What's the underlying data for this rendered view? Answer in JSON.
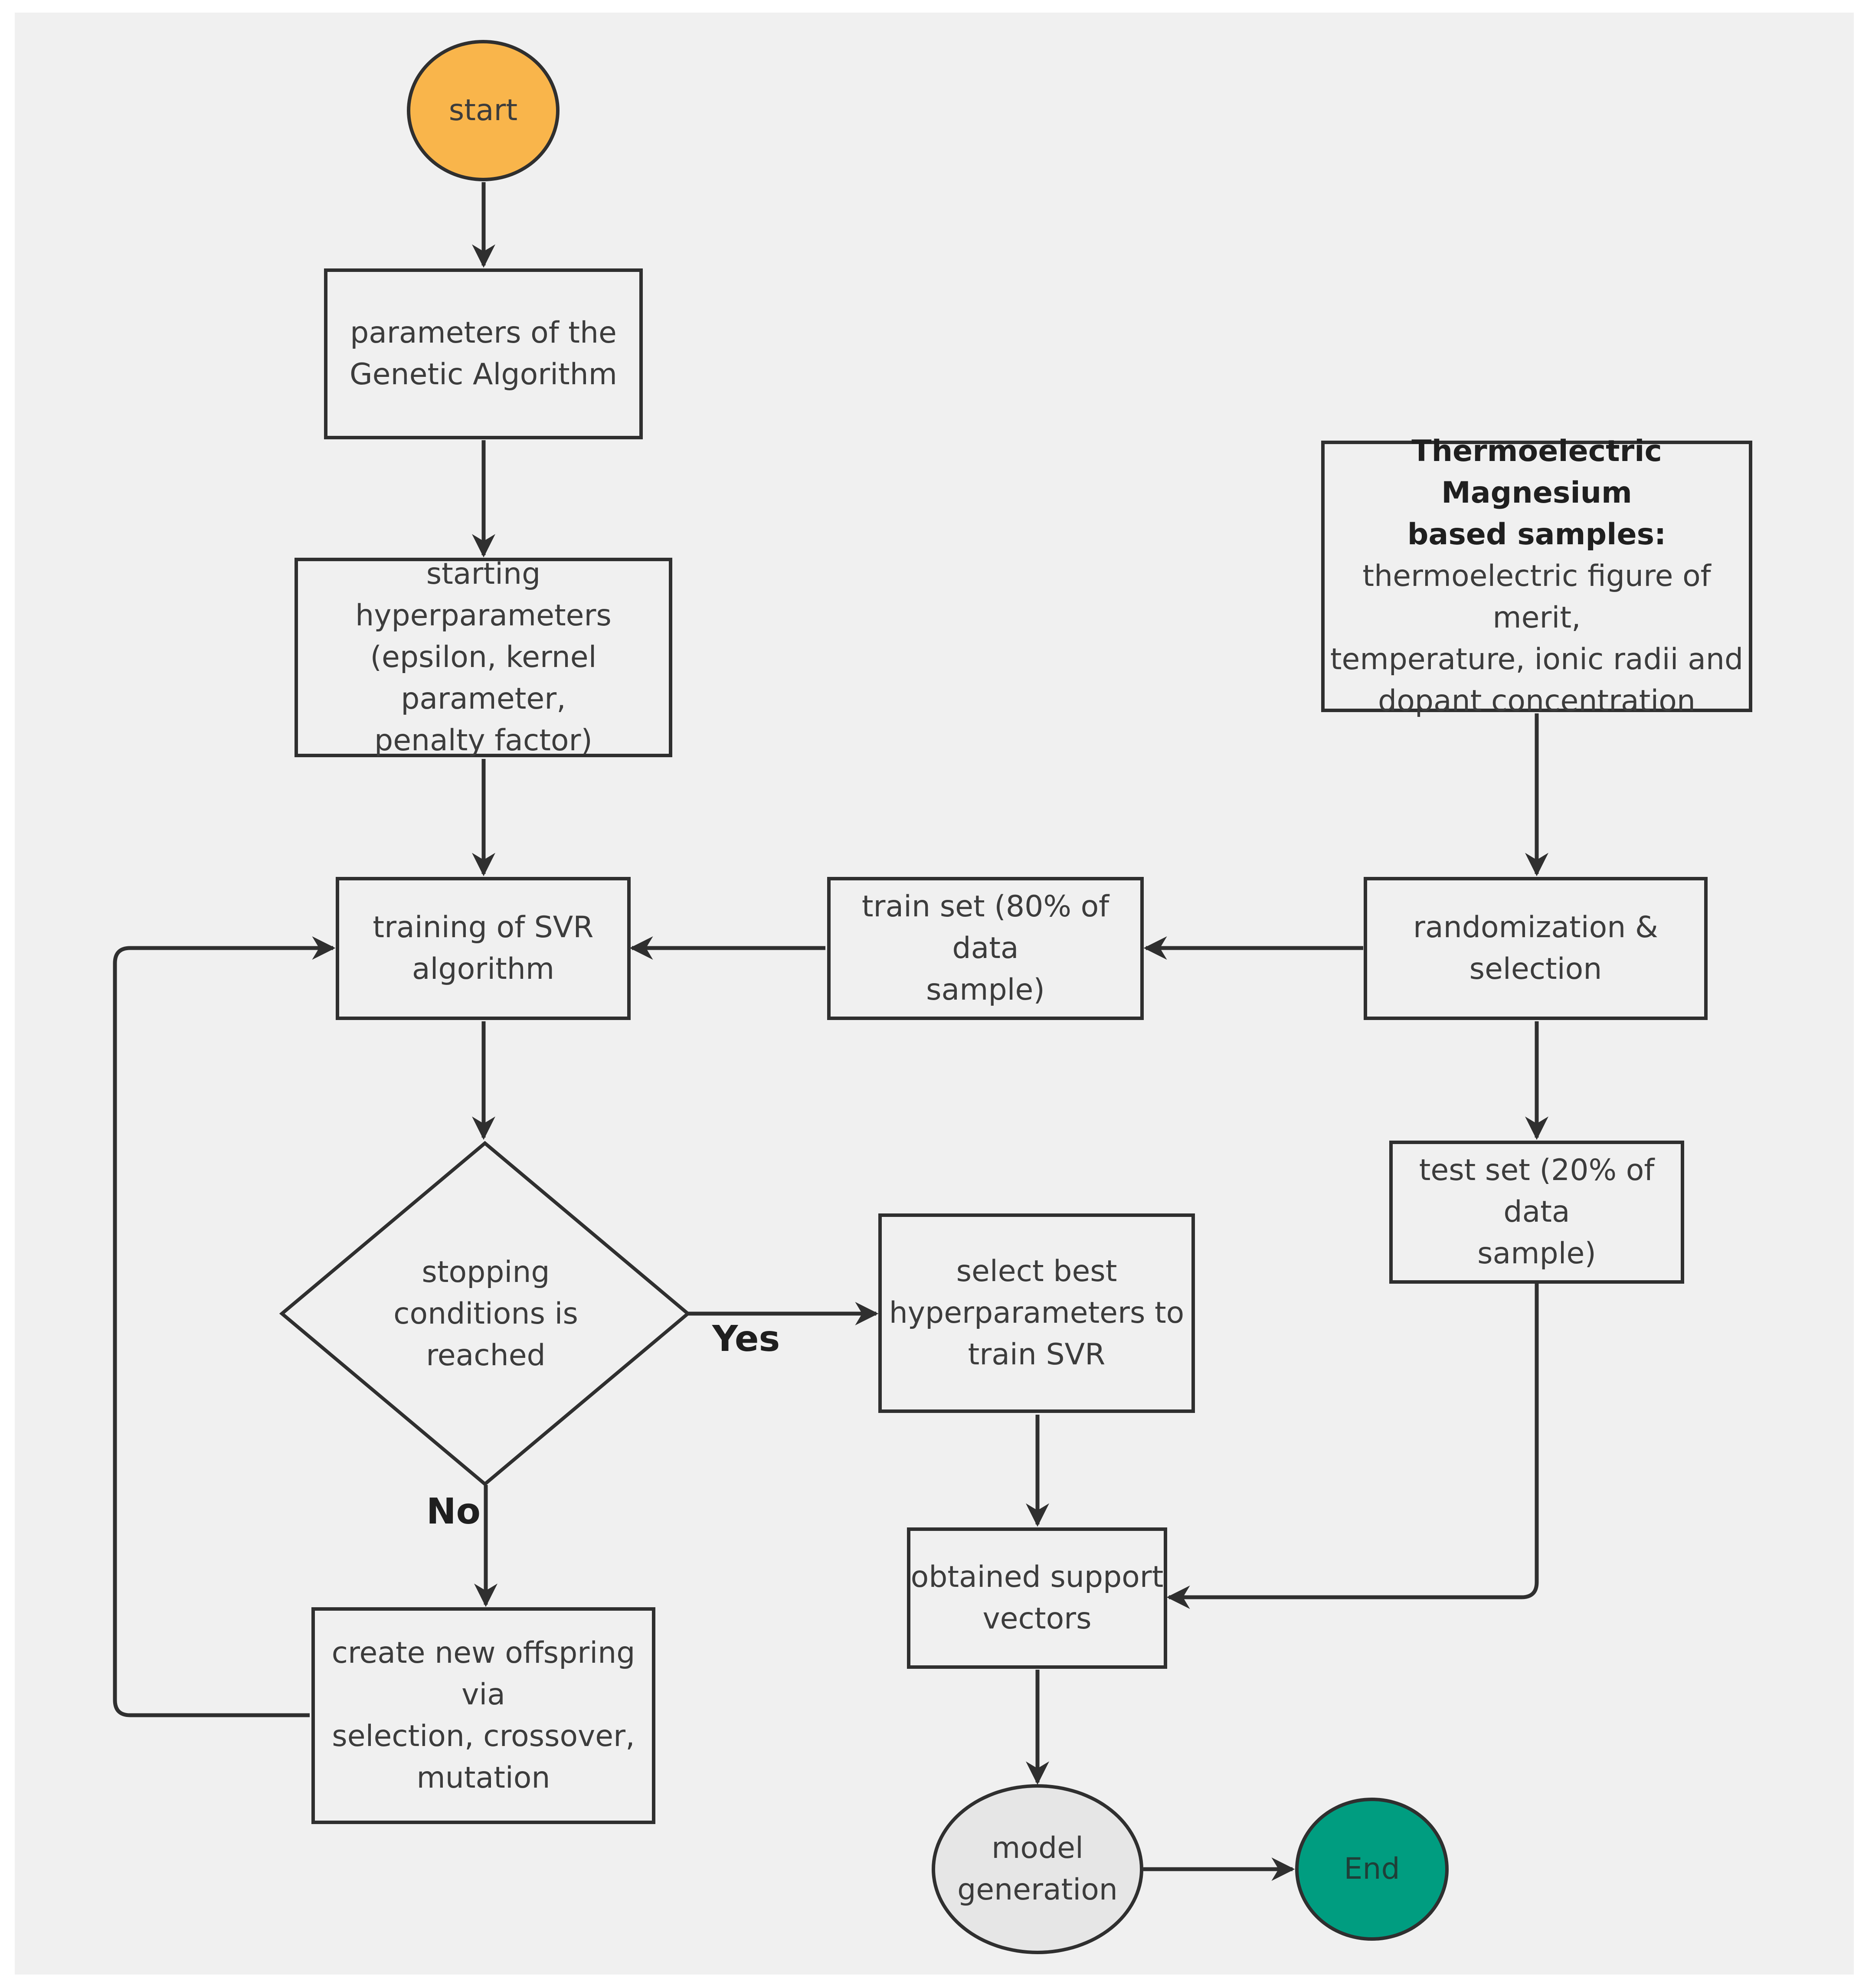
{
  "colors": {
    "background": "#f0f0f0",
    "start_fill": "#f9b54b",
    "end_fill": "#009d80",
    "model_fill": "#e6e6e6",
    "stroke": "#2f2f2f"
  },
  "nodes": {
    "start": {
      "text": "start"
    },
    "ga_params": {
      "lines": [
        "parameters of the",
        "Genetic Algorithm"
      ]
    },
    "start_hyper": {
      "lines": [
        "starting hyperparameters",
        "(epsilon, kernel parameter,",
        "penalty factor)"
      ]
    },
    "training": {
      "lines": [
        "training of SVR",
        "algorithm"
      ]
    },
    "train_set": {
      "lines": [
        "train set (80% of data",
        "sample)"
      ]
    },
    "samples": {
      "title_lines": [
        "Thermoelectric Magnesium",
        "based samples:"
      ],
      "lines": [
        "thermoelectric figure of merit,",
        "temperature, ionic radii and",
        "dopant concentration"
      ]
    },
    "random": {
      "lines": [
        "randomization &",
        "selection"
      ]
    },
    "stopping": {
      "lines": [
        "stopping",
        "conditions is",
        "reached"
      ]
    },
    "select_best": {
      "lines": [
        "select best",
        "hyperparameters to",
        "train SVR"
      ]
    },
    "test_set": {
      "lines": [
        "test set (20% of data",
        "sample)"
      ]
    },
    "offspring": {
      "lines": [
        "create new offspring via",
        "selection, crossover,",
        "mutation"
      ]
    },
    "support": {
      "lines": [
        "obtained support",
        "vectors"
      ]
    },
    "model": {
      "lines": [
        "model",
        "generation"
      ]
    },
    "end": {
      "text": "End"
    }
  },
  "edge_labels": {
    "yes": "Yes",
    "no": "No"
  }
}
